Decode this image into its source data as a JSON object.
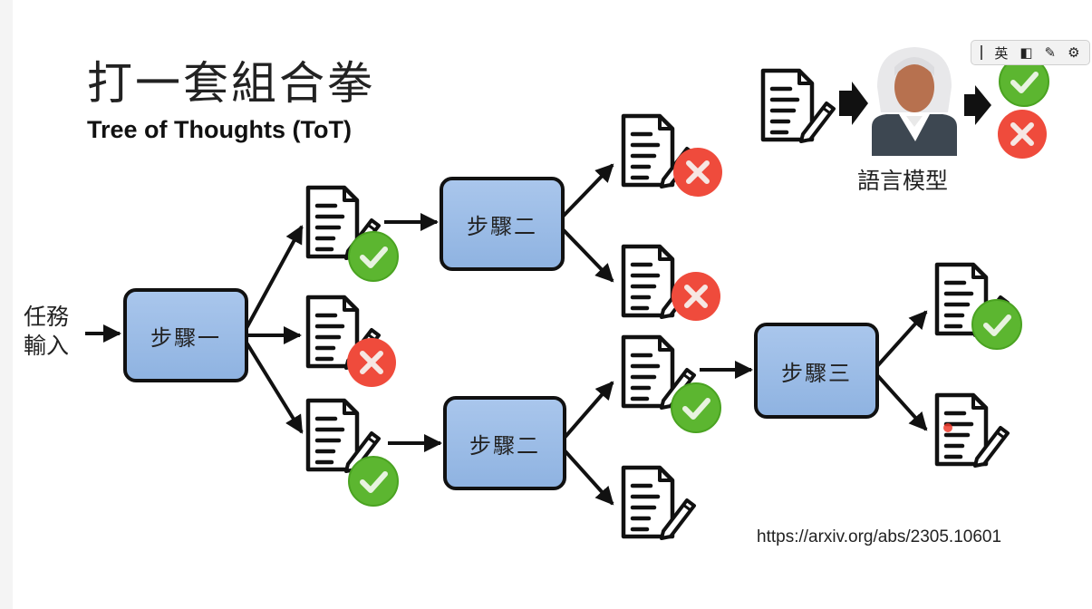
{
  "title": "打一套組合拳",
  "subtitle": "Tree of Thoughts (ToT)",
  "task_label_line1": "任務",
  "task_label_line2": "輸入",
  "steps": {
    "step1": "步驟一",
    "step2a": "步驟二",
    "step2b": "步驟二",
    "step3": "步驟三"
  },
  "language_model_label": "語言模型",
  "reference_url": "https://arxiv.org/abs/2305.10601",
  "ime_toolbar": {
    "language": "英"
  },
  "colors": {
    "step_fill": "#9bbce6",
    "pass": "#5cb630",
    "fail": "#ef4b3c",
    "outline": "#111111"
  },
  "icons": [
    "document-pen-icon",
    "check-icon",
    "cross-icon",
    "person-icon",
    "arrow-icon"
  ]
}
